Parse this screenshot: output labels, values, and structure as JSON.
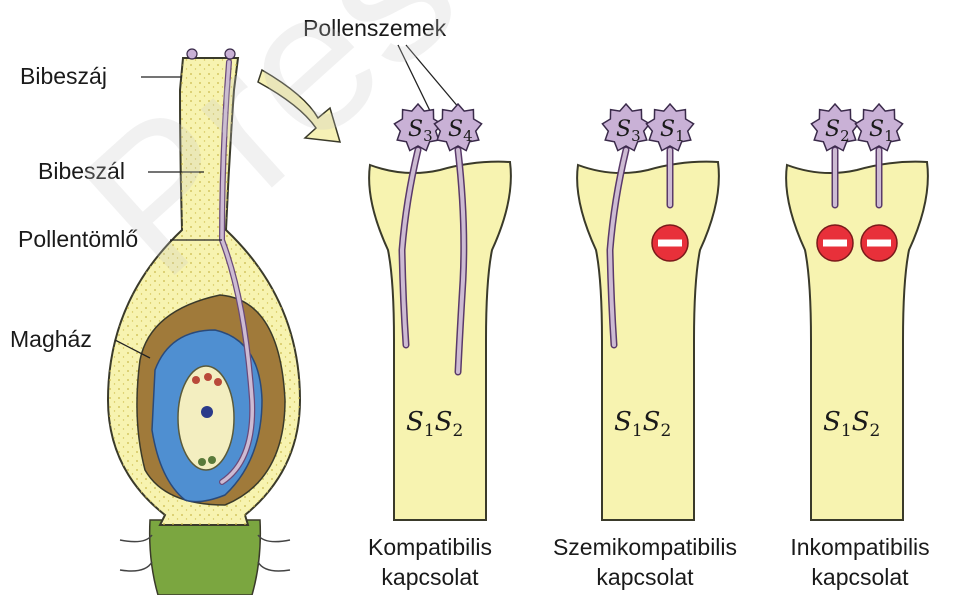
{
  "labels": {
    "stigma": "Bibeszáj",
    "style": "Bibeszál",
    "pollen_tube": "Pollentömlő",
    "ovary": "Magház",
    "pollen_grains": "Pollenszemek"
  },
  "panels": [
    {
      "pollen": [
        {
          "allele": "S",
          "index": "3"
        },
        {
          "allele": "S",
          "index": "4"
        }
      ],
      "genotype": {
        "a": "S",
        "ai": "1",
        "b": "S",
        "bi": "2"
      },
      "caption_line1": "Kompatibilis",
      "caption_line2": "kapcsolat"
    },
    {
      "pollen": [
        {
          "allele": "S",
          "index": "3"
        },
        {
          "allele": "S",
          "index": "1"
        }
      ],
      "genotype": {
        "a": "S",
        "ai": "1",
        "b": "S",
        "bi": "2"
      },
      "caption_line1": "Szemikompatibilis",
      "caption_line2": "kapcsolat"
    },
    {
      "pollen": [
        {
          "allele": "S",
          "index": "2"
        },
        {
          "allele": "S",
          "index": "1"
        }
      ],
      "genotype": {
        "a": "S",
        "ai": "1",
        "b": "S",
        "bi": "2"
      },
      "caption_line1": "Inkompatibilis",
      "caption_line2": "kapcsolat"
    }
  ],
  "watermark": "Press e-jes",
  "colors": {
    "style_fill": "#f7f3b0",
    "pollen_fill": "#c9b1d6",
    "tube_fill": "#cdbbd3",
    "block_red": "#e8303a",
    "ovule_blue": "#4f8fd1",
    "ovary_brown": "#a07a3a",
    "receptacle_green": "#7ba640"
  }
}
